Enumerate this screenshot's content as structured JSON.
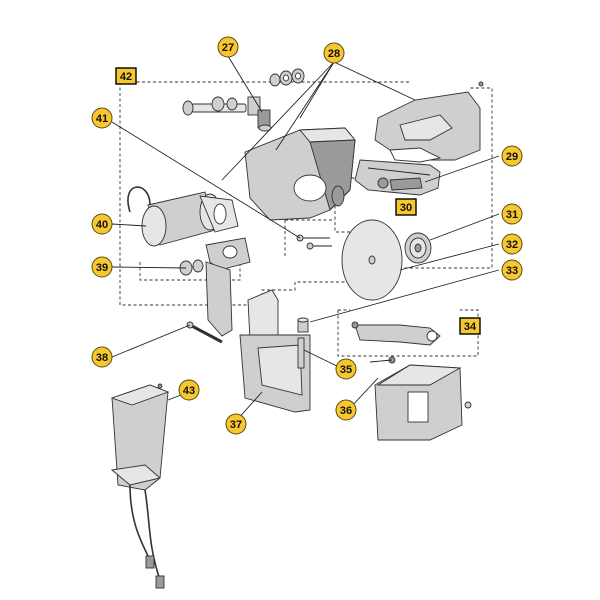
{
  "diagram": {
    "callouts": [
      {
        "id": "c27",
        "label": "27"
      },
      {
        "id": "c28",
        "label": "28"
      },
      {
        "id": "c29",
        "label": "29"
      },
      {
        "id": "c30",
        "label": "30"
      },
      {
        "id": "c31",
        "label": "31"
      },
      {
        "id": "c32",
        "label": "32"
      },
      {
        "id": "c33",
        "label": "33"
      },
      {
        "id": "c34",
        "label": "34"
      },
      {
        "id": "c35",
        "label": "35"
      },
      {
        "id": "c36",
        "label": "36"
      },
      {
        "id": "c37",
        "label": "37"
      },
      {
        "id": "c38",
        "label": "38"
      },
      {
        "id": "c39",
        "label": "39"
      },
      {
        "id": "c40",
        "label": "40"
      },
      {
        "id": "c41",
        "label": "41"
      },
      {
        "id": "c42",
        "label": "42"
      },
      {
        "id": "c43",
        "label": "43"
      }
    ]
  },
  "colors": {
    "callout_fill": "#f7c72f",
    "part_fill": "#cfcfcf",
    "line": "#222222"
  }
}
